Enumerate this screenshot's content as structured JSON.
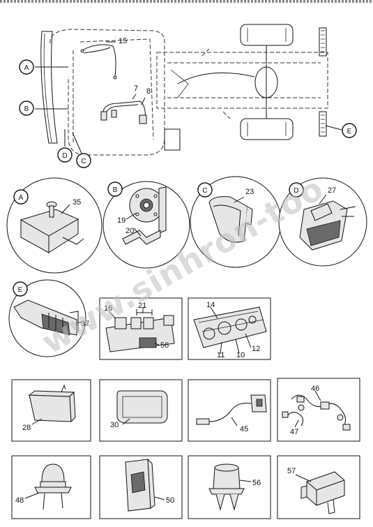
{
  "callouts": {
    "A": "A",
    "B": "B",
    "C": "C",
    "D": "D",
    "E": "E"
  },
  "overview_numbers": {
    "n15": "15",
    "n7": "7",
    "n8": "8"
  },
  "detail_numbers": {
    "n35": "35",
    "n19": "19",
    "n20": "20",
    "n23": "23",
    "n27": "27",
    "n37": "37",
    "n16": "16",
    "n21": "21",
    "n56a": "56",
    "n14": "14",
    "n11": "11",
    "n10": "10",
    "n12": "12"
  },
  "part_numbers": {
    "n28": "28",
    "n30": "30",
    "n45": "45",
    "n46": "46",
    "n47": "47",
    "n48": "48",
    "n50": "50",
    "n56b": "56",
    "n57": "57"
  },
  "watermark": "www.sinhron-too"
}
